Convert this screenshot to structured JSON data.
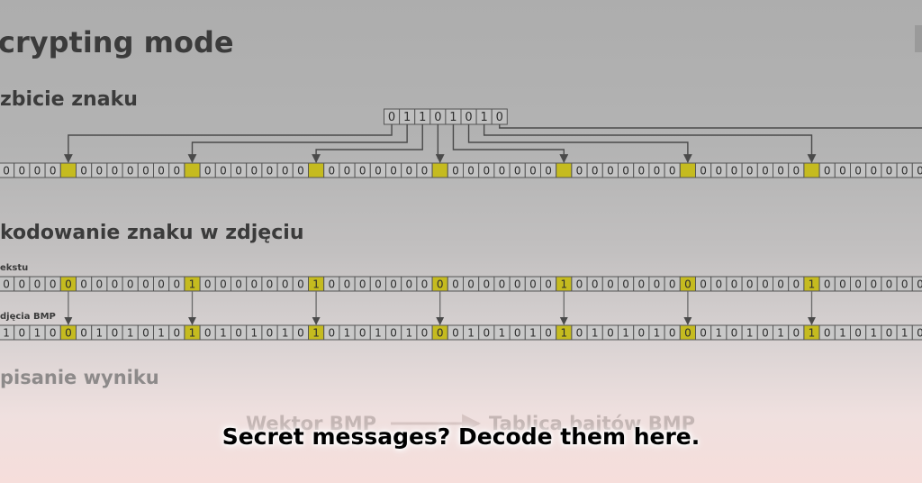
{
  "title": "crypting mode",
  "sections": {
    "split": "zbicie znaku",
    "encode": "kodowanie znaku w zdjęciu",
    "write": "pisanie wyniku"
  },
  "char_bits": [
    "0",
    "1",
    "1",
    "0",
    "1",
    "0",
    "1",
    "0"
  ],
  "row_labels": {
    "text_row": "ekstu",
    "bmp_row": "djęcia BMP"
  },
  "row_values": {
    "zeros": "0",
    "bmp_left": "1",
    "bmp_right": "0"
  },
  "highlight_bits": [
    "0",
    "1",
    "1",
    "0",
    "1",
    "0",
    "1"
  ],
  "bottom_flow": {
    "from": "Wektor BMP",
    "to": "Tablica bajtów BMP"
  },
  "caption": "Secret messages?  Decode them here.",
  "colors": {
    "highlight": "#c5bb1f",
    "cell_border": "#555555",
    "arrow": "#4a4a4a",
    "background_top": "#adadad",
    "background_bottom": "#f6dedb"
  }
}
